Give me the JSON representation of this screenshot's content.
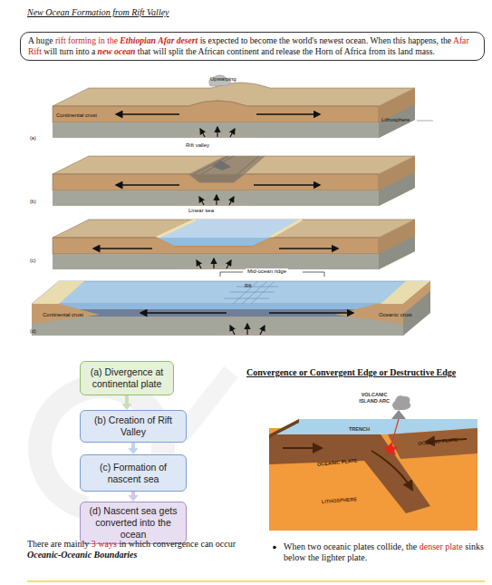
{
  "diagram": {
    "title": "New Ocean Formation from Rift Valley",
    "nodes": [
      {
        "text": [
          "A huge rift forming in the Ethiopian Afar desert is expected to become the world's newest ocean. When this happens, the Afar Rift will turn into a new ocean that will split the African continent and release the Horn of Africa from its land mass."
        ]
      },
      {
        "text": [
          "(a) Divergence at continental plate"
        ]
      },
      {
        "text": [
          "(b) Creation of Rift Valley"
        ]
      },
      {
        "text": [
          "(c) Formation of nascent sea"
        ]
      },
      {
        "text": [
          "(d) Nascent sea gets converted into the ocean"
        ]
      }
    ],
    "edges": [
      {
        "from": 1,
        "to": 2,
        "arrow": "to"
      },
      {
        "from": 2,
        "to": 3,
        "arrow": "to"
      },
      {
        "from": 3,
        "to": 4,
        "arrow": "to"
      }
    ],
    "labels": [
      "Upwarping",
      "Continental crust",
      "Lithosphere",
      "(a)",
      "Rift valley",
      "(b)",
      "Linear sea",
      "(c)",
      "Mid-ocean ridge",
      "Rift",
      "Continental crust",
      "Oceanic crust",
      "(d)",
      "Convergence or Convergent Edge or Destructive Edge",
      "VOLCANIC ISLAND ARC",
      "TRENCH",
      "OCEANIC PLATE",
      "OCEANIC PLATE",
      "LITHOSPHERE",
      "There are mainly 3 ways in which convergence can occur",
      "Oceanic-Oceanic Boundaries",
      "When two oceanic plates collide, the denser plate sinks below the lighter plate."
    ]
  }
}
